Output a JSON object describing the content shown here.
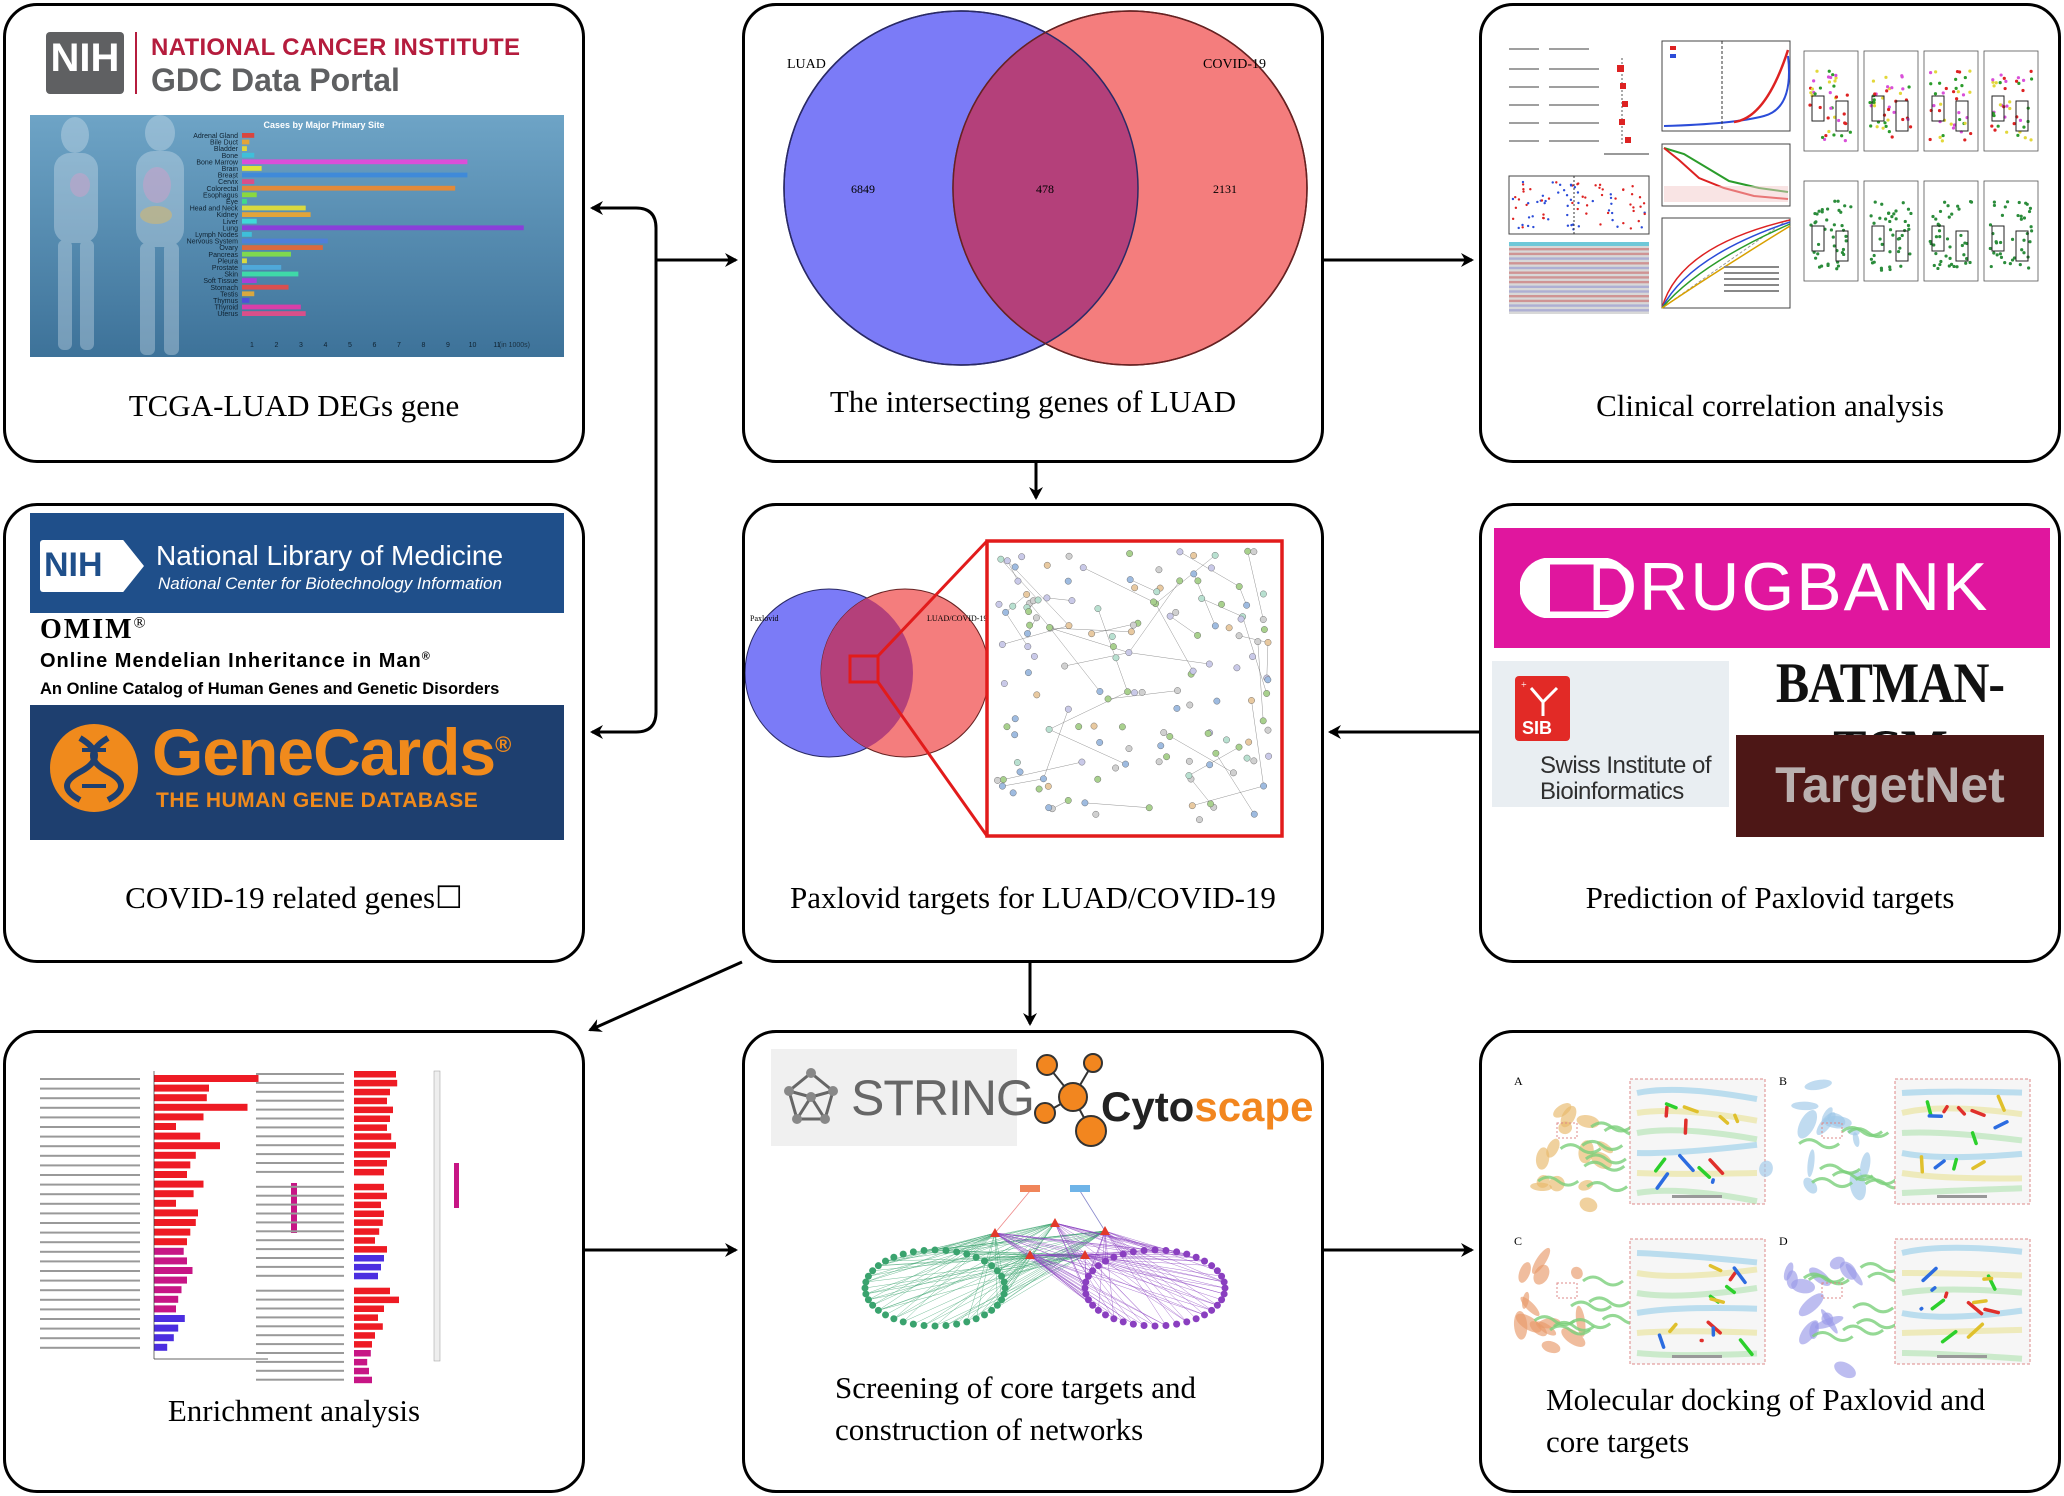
{
  "panels": {
    "tcga": {
      "caption": "TCGA-LUAD DEGs gene",
      "logo_abbr": "NIH",
      "logo_line1": "NATIONAL CANCER INSTITUTE",
      "logo_line2": "GDC Data Portal",
      "chart_title": "Cases by Major Primary Site",
      "chart_unit": "(in 1000s)",
      "sites": [
        "Adrenal Gland",
        "Bile Duct",
        "Bladder",
        "Bone",
        "Bone Marrow",
        "Brain",
        "Breast",
        "Cervix",
        "Colorectal",
        "Esophagus",
        "Eye",
        "Head and Neck",
        "Kidney",
        "Liver",
        "Lung",
        "Lymph Nodes",
        "Nervous System",
        "Ovary",
        "Pancreas",
        "Pleura",
        "Prostate",
        "Skin",
        "Soft Tissue",
        "Stomach",
        "Testis",
        "Thymus",
        "Thyroid",
        "Uterus"
      ],
      "ticks": [
        "1",
        "2",
        "3",
        "4",
        "5",
        "6",
        "7",
        "8",
        "9",
        "10",
        "11"
      ]
    },
    "venn": {
      "caption": "The intersecting genes of LUAD",
      "left_label": "LUAD",
      "right_label": "COVID-19",
      "left_only": "6849",
      "overlap": "478",
      "right_only": "2131"
    },
    "clinical": {
      "caption": "Clinical correlation analysis"
    },
    "covid": {
      "caption": "COVID-19 related genes☐",
      "nlm_abbr": "NIH",
      "nlm_line1": "National Library of Medicine",
      "nlm_line2": "National Center for Biotechnology Information",
      "omim": "OMIM",
      "omim_reg": "®",
      "omim_line1": "Online Mendelian Inheritance in Man",
      "omim_line1_reg": "®",
      "omim_line2": "An Online Catalog of Human Genes and Genetic Disorders",
      "genecards": "GeneCards",
      "genecards_reg": "®",
      "genecards_sub": "THE HUMAN GENE DATABASE"
    },
    "paxlovid": {
      "caption": "Paxlovid targets for LUAD/COVID-19",
      "left_label": "Paxlovid",
      "right_label": "LUAD/COVID-19"
    },
    "prediction": {
      "caption": "Prediction of Paxlovid targets",
      "drugbank": "DRUGBANK",
      "batman": "BATMAN-TCM",
      "sib_abbr": "SIB",
      "sib_line1": "Swiss Institute of",
      "sib_line2": "Bioinformatics",
      "targetnet": "TargetNet"
    },
    "enrichment": {
      "caption": "Enrichment analysis"
    },
    "networks": {
      "caption_line1": "Screening of core targets and",
      "caption_line2": "construction of networks",
      "string": "STRING",
      "cyto1": "Cyto",
      "cyto2": "scape"
    },
    "docking": {
      "caption_line1": "Molecular docking of Paxlovid and",
      "caption_line2": "core targets",
      "labels": [
        "A",
        "B",
        "C",
        "D"
      ]
    }
  },
  "colors": {
    "venn_left": "#7b7bf7",
    "venn_right": "#f47d7d",
    "venn_overlap": "#b4407a",
    "drugbank": "#e0169e",
    "genecards_bg": "#1e3f6f",
    "genecards_text": "#f08a1c",
    "nlm_bg": "#1f4f8a",
    "nci_red": "#b51c3d",
    "targetnet_bg": "#4d1716",
    "zoom_red": "#e21b1b"
  }
}
